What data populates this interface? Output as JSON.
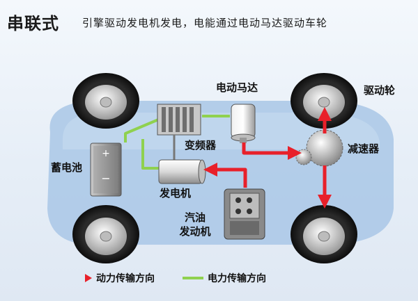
{
  "header": {
    "title": "串联式",
    "subtitle": "引擎驱动发电机发电，电能通过电动马达驱动车轮"
  },
  "labels": {
    "motor": "电动马达",
    "drive_wheel": "驱动轮",
    "inverter": "变频器",
    "reducer": "减速器",
    "battery": "蓄电池",
    "generator": "发电机",
    "engine_line1": "汽油",
    "engine_line2": "发动机"
  },
  "battery_symbols": {
    "plus": "+",
    "minus": "−"
  },
  "legend": {
    "power_flow": "动力传输方向",
    "electric_flow": "电力传输方向"
  },
  "colors": {
    "power_flow": "#e8202a",
    "electric_flow": "#8fd14f",
    "car_body": "#a9c7e6"
  }
}
